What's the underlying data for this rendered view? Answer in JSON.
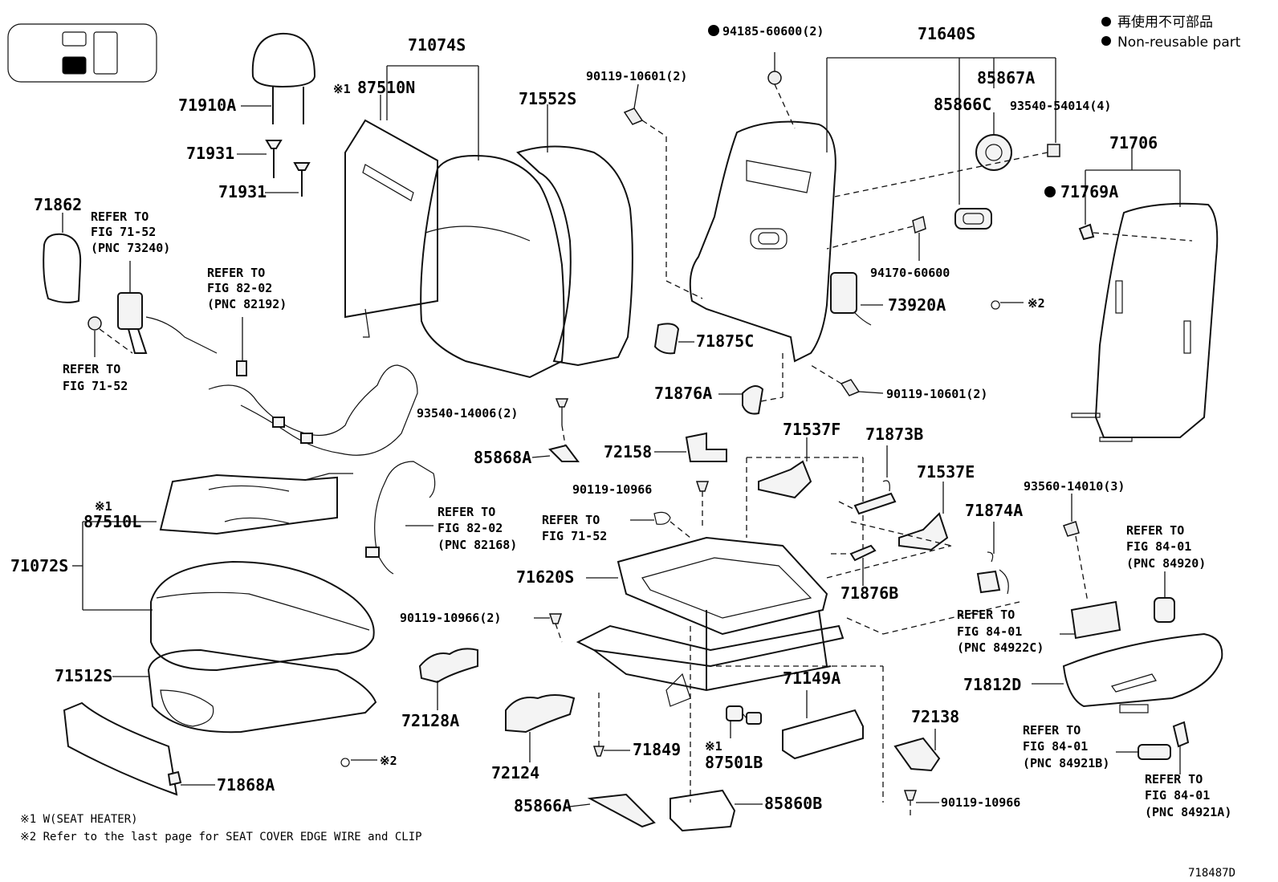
{
  "legend": {
    "ja": "再使用不可部品",
    "en": "Non-reusable part"
  },
  "part_numbers": {
    "p71074S": "71074S",
    "p71552S": "71552S",
    "p87510N": "87510N",
    "p71910A": "71910A",
    "p71931a": "71931",
    "p71931b": "71931",
    "p71862": "71862",
    "p94185": "94185-60600(2)",
    "p90119_top": "90119-10601(2)",
    "p71640S": "71640S",
    "p85867A": "85867A",
    "p85866C": "85866C",
    "p93540_54014": "93540-54014(4)",
    "p71706": "71706",
    "p71769A": "71769A",
    "p94170": "94170-60600",
    "p73920A": "73920A",
    "p71875C": "71875C",
    "p71876A": "71876A",
    "p90119_mid": "90119-10601(2)",
    "p93540_14006": "93540-14006(2)",
    "p85868A": "85868A",
    "p72158": "72158",
    "p90119_10966a": "90119-10966",
    "p71537F": "71537F",
    "p71873B": "71873B",
    "p71537E": "71537E",
    "p71874A": "71874A",
    "p93560": "93560-14010(3)",
    "p87510L": "87510L",
    "p71072S": "71072S",
    "p71620S": "71620S",
    "p71876B": "71876B",
    "p90119_10966b": "90119-10966(2)",
    "p71512S": "71512S",
    "p72128A": "72128A",
    "p72124": "72124",
    "p71849": "71849",
    "p71149A": "71149A",
    "p87501B": "87501B",
    "p72138": "72138",
    "p71812D": "71812D",
    "p71868A": "71868A",
    "p85866A": "85866A",
    "p85860B": "85860B",
    "p90119_10966c": "90119-10966"
  },
  "markers": {
    "m1_87510N": "※1",
    "m1_87510L": "※1",
    "m1_87501B": "※1",
    "m2_right": "※2",
    "m2_left": "※2"
  },
  "refs": {
    "r1": {
      "l1": "REFER TO",
      "l2": "FIG 71-52",
      "l3": "(PNC 73240)"
    },
    "r2": {
      "l1": "REFER TO",
      "l2": "FIG 82-02",
      "l3": "(PNC 82192)"
    },
    "r3": {
      "l1": "REFER TO",
      "l2": "FIG 71-52"
    },
    "r4": {
      "l1": "REFER TO",
      "l2": "FIG 82-02",
      "l3": "(PNC 82168)"
    },
    "r5": {
      "l1": "REFER TO",
      "l2": "FIG 71-52"
    },
    "r6": {
      "l1": "REFER TO",
      "l2": "FIG 84-01",
      "l3": "(PNC 84920)"
    },
    "r7": {
      "l1": "REFER TO",
      "l2": "FIG 84-01",
      "l3": "(PNC 84922C)"
    },
    "r8": {
      "l1": "REFER TO",
      "l2": "FIG 84-01",
      "l3": "(PNC 84921B)"
    },
    "r9": {
      "l1": "REFER TO",
      "l2": "FIG 84-01",
      "l3": "(PNC 84921A)"
    }
  },
  "footnotes": {
    "n1": "※1  W(SEAT  HEATER)",
    "n2": "※2  Refer to the last page for SEAT COVER EDGE WIRE and CLIP"
  },
  "figure_id": "718487D"
}
